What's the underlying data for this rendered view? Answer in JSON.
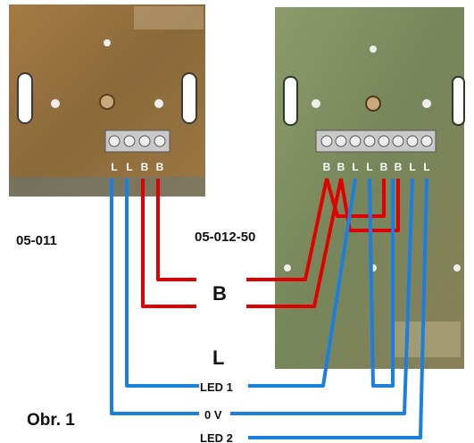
{
  "modules": {
    "left": {
      "name": "05-011",
      "terminal_letters": [
        "L",
        "L",
        "B",
        "B"
      ]
    },
    "right": {
      "name": "05-012-50",
      "terminal_letters": [
        "B",
        "B",
        "L",
        "L",
        "B",
        "B",
        "L",
        "L"
      ]
    }
  },
  "labels": {
    "bus_b": "B",
    "bus_l": "L",
    "led1": "LED 1",
    "zero_v": "0 V",
    "led2": "LED 2"
  },
  "figure": {
    "caption": "Obr. 1"
  },
  "colors": {
    "wire_red": "#e00000",
    "wire_blue": "#1a7fe0",
    "board_left": "#9a6f3e",
    "board_right": "#7f8e63",
    "connector": "#c9c9c9"
  }
}
